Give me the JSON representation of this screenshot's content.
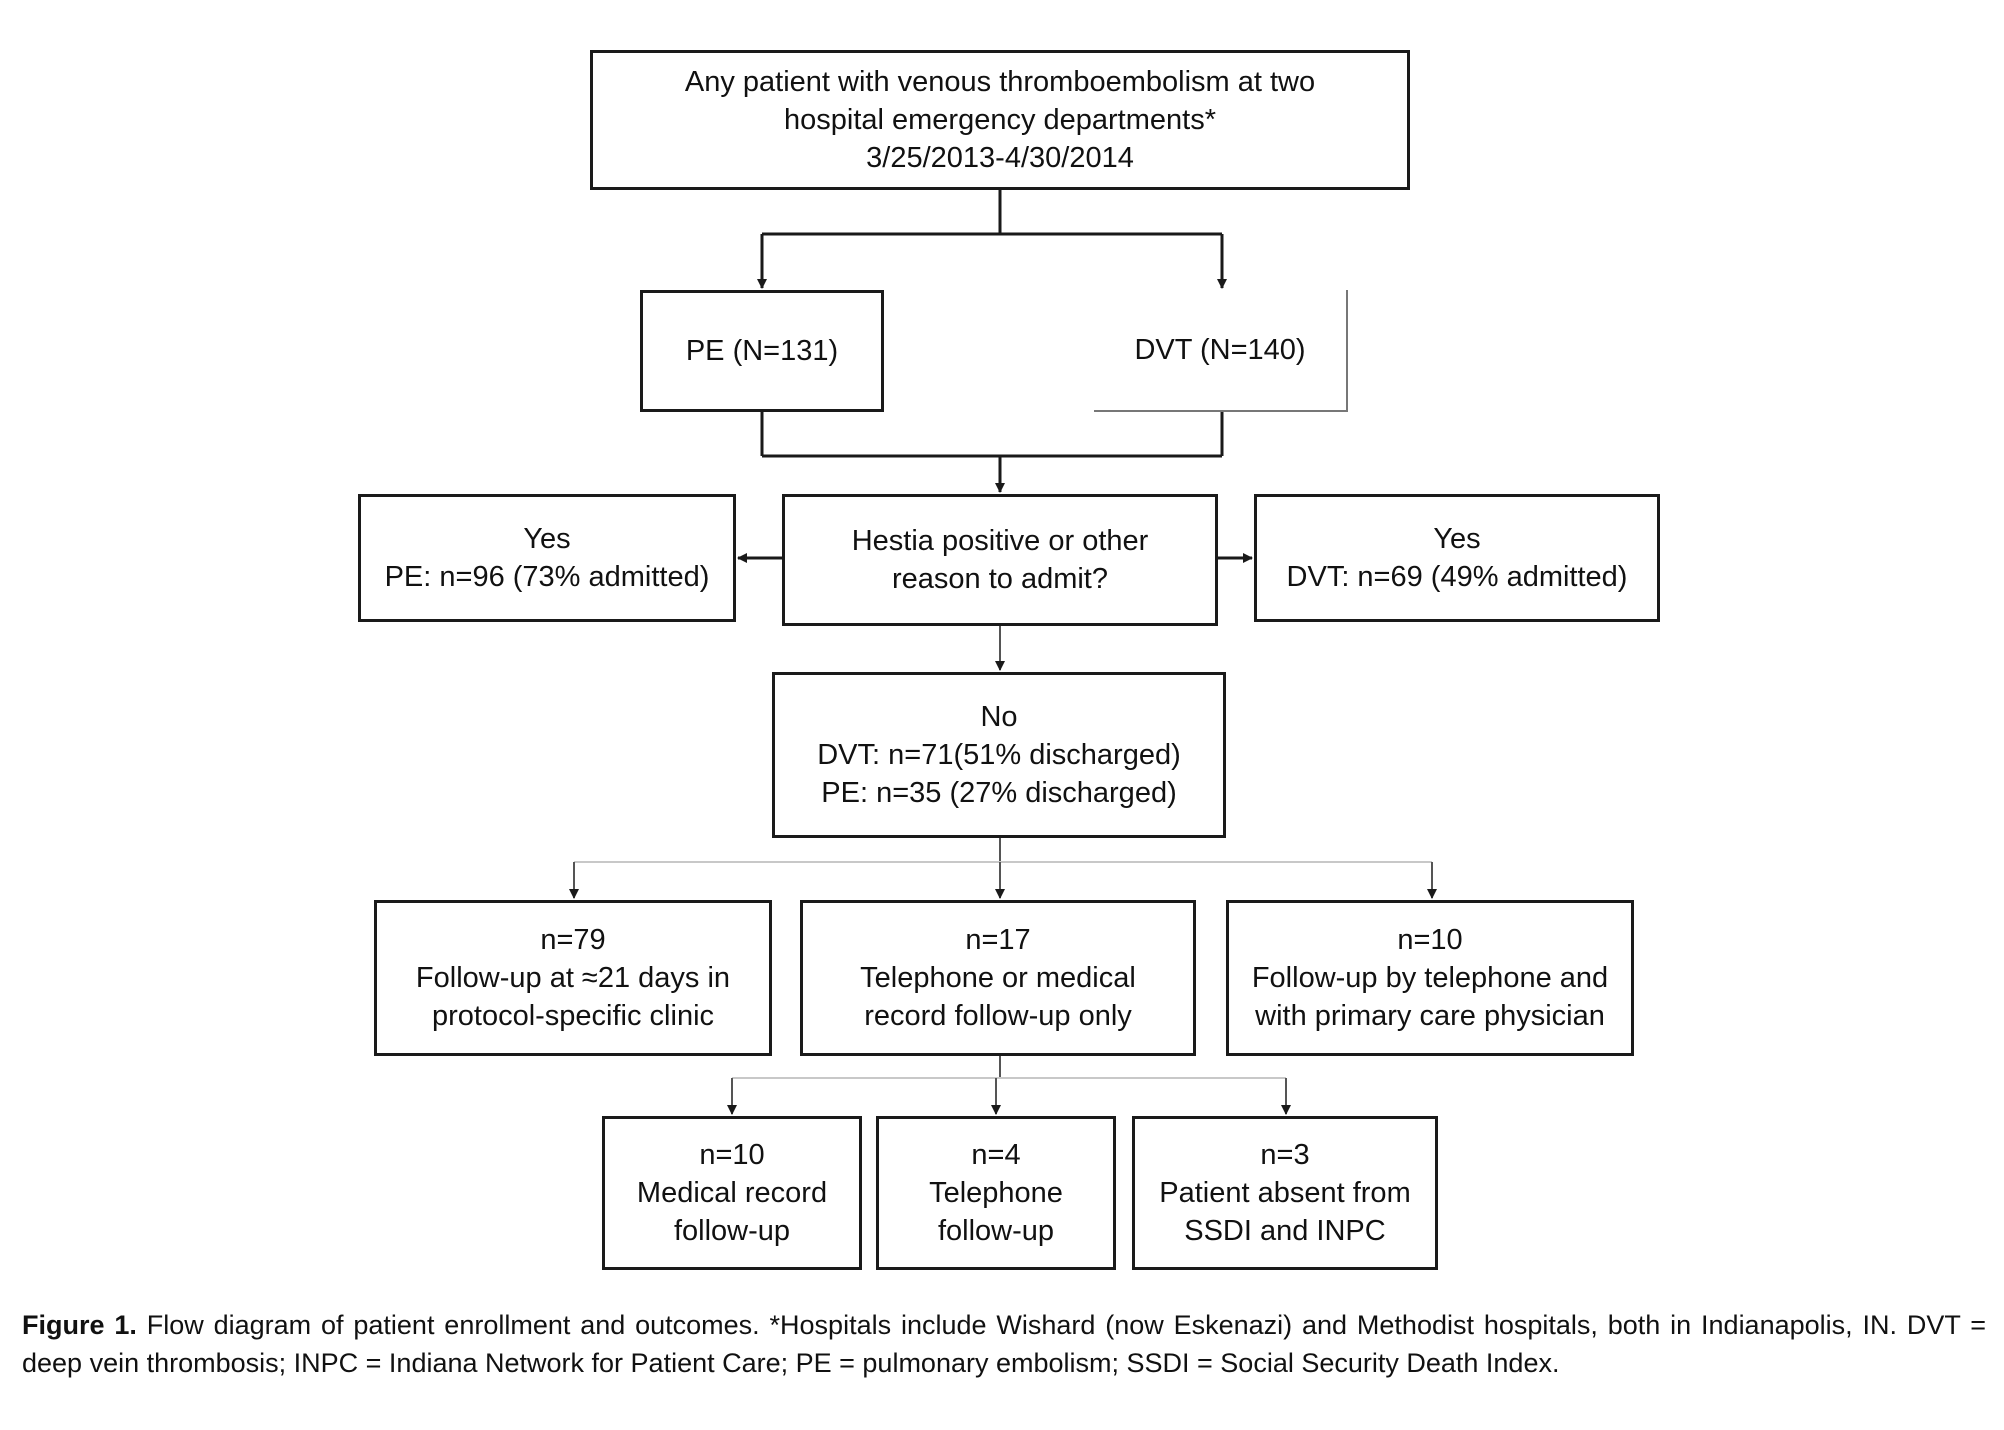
{
  "diagram": {
    "top_box": [
      "Any patient with venous thromboembolism at two",
      "hospital emergency departments*",
      "3/25/2013-4/30/2014"
    ],
    "pe_box": [
      "PE (N=131)"
    ],
    "dvt_box": [
      "DVT (N=140)"
    ],
    "decision_box": [
      "Hestia positive or other",
      "reason to admit?"
    ],
    "yes_pe_box": [
      "Yes",
      "PE: n=96 (73% admitted)"
    ],
    "yes_dvt_box": [
      "Yes",
      "DVT: n=69 (49% admitted)"
    ],
    "no_box": [
      "No",
      "DVT: n=71(51% discharged)",
      "PE: n=35 (27% discharged)"
    ],
    "clinic_box": [
      "n=79",
      "Follow-up at ≈21 days in",
      "protocol-specific clinic"
    ],
    "telephone_record_box": [
      "n=17",
      "Telephone or medical",
      "record follow-up only"
    ],
    "primary_care_box": [
      "n=10",
      "Follow-up by telephone and",
      "with primary care physician"
    ],
    "medical_record_box": [
      "n=10",
      "Medical record",
      "follow-up"
    ],
    "telephone_box": [
      "n=4",
      "Telephone",
      "follow-up"
    ],
    "absent_box": [
      "n=3",
      "Patient absent from",
      "SSDI and INPC"
    ]
  },
  "caption": {
    "label": "Figure 1.",
    "text": "Flow diagram of patient enrollment and outcomes. *Hospitals include Wishard (now Eskenazi) and Methodist hospitals, both in Indianapolis, IN. DVT = deep vein thrombosis; INPC = Indiana Network for Patient Care; PE = pulmonary embolism; SSDI = Social Security Death Index."
  }
}
